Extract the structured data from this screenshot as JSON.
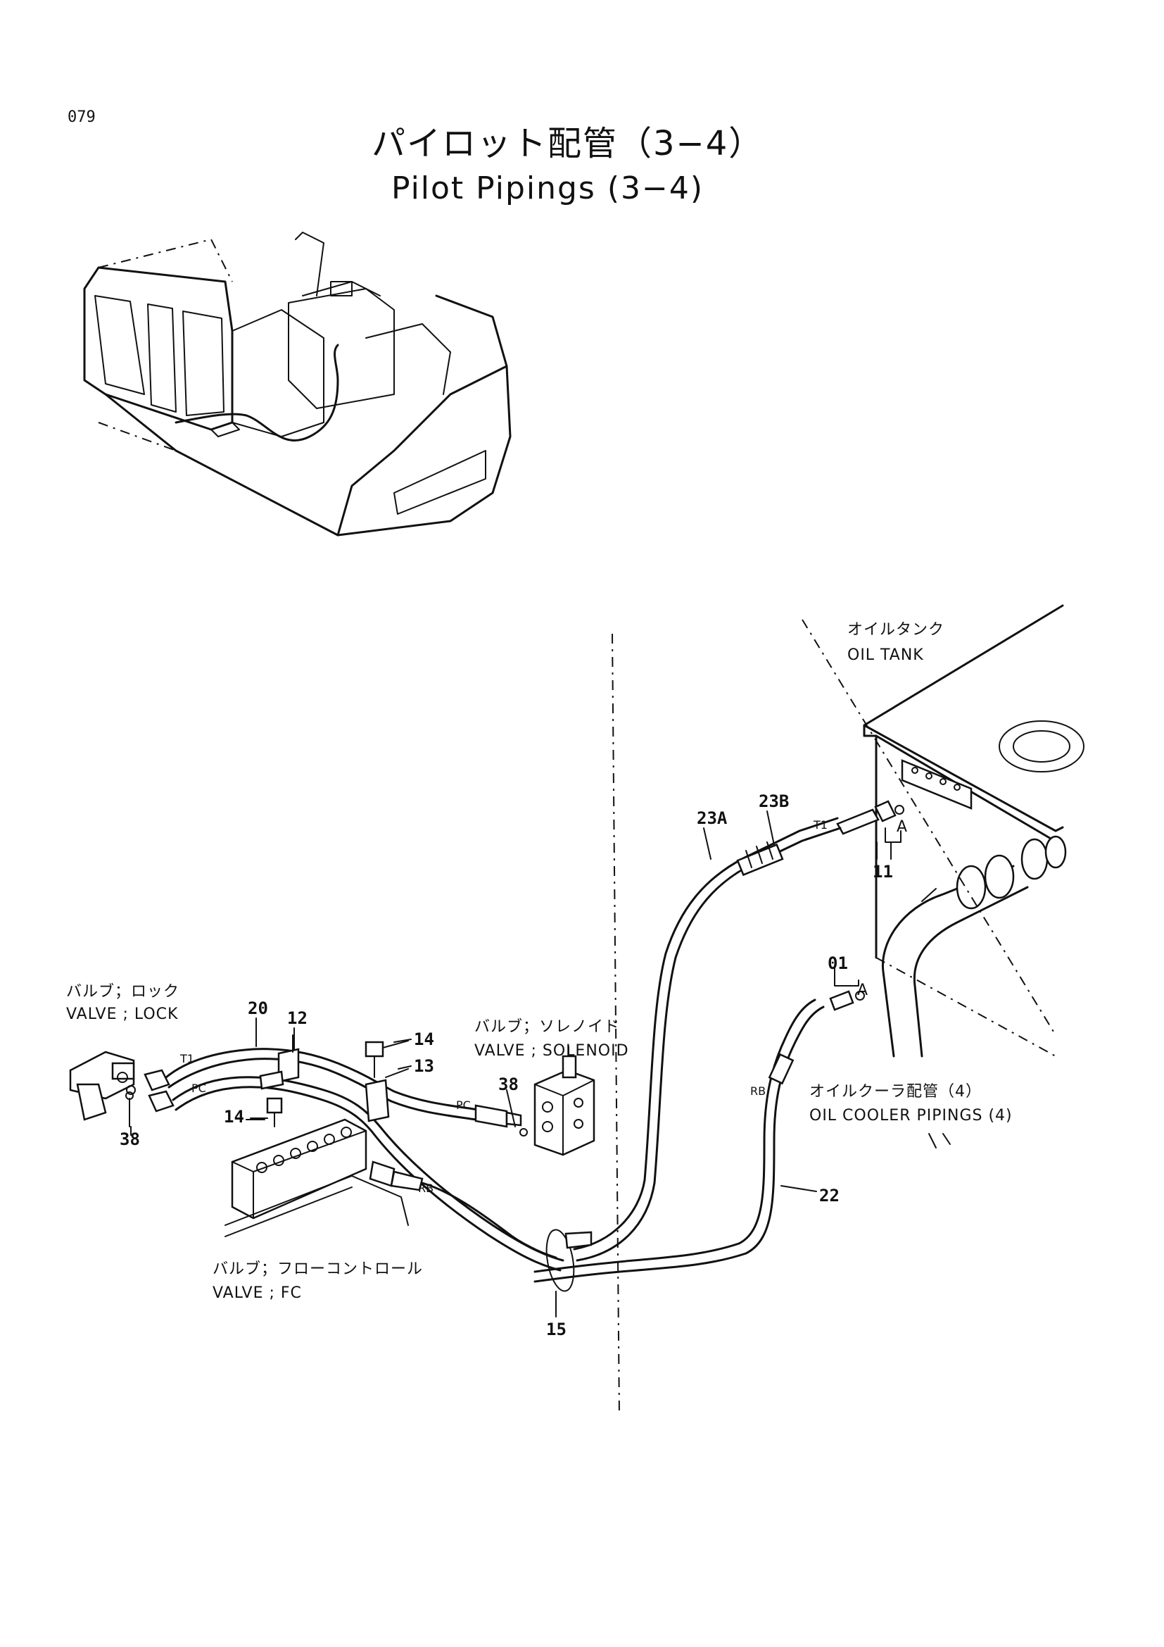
{
  "page_number": "079",
  "title_jp": "パイロット配管（3−4）",
  "title_en": "Pilot Pipings (3−4)",
  "labels": {
    "oil_tank_jp": "オイルタンク",
    "oil_tank_en": "OIL TANK",
    "valve_lock_jp": "バルブ；ロック",
    "valve_lock_en": "VALVE ; LOCK",
    "valve_solenoid_jp": "バルブ；ソレノイド",
    "valve_solenoid_en": "VALVE ; SOLENOID",
    "valve_fc_jp": "バルブ；フローコントロール",
    "valve_fc_en": "VALVE ; FC",
    "oil_cooler_jp": "オイルクーラ配管（4）",
    "oil_cooler_en": "OIL COOLER PIPINGS (4)"
  },
  "port_labels": {
    "t1_lock": "T1",
    "pc_lock": "PC",
    "pc_solenoid": "PC",
    "rb_fc": "RB",
    "rb_cooler": "RB",
    "t1_tank": "T1",
    "a_tank": "A",
    "a_cooler": "A"
  },
  "part_numbers": {
    "p20": "20",
    "p12": "12",
    "p14_top": "14",
    "p13": "13",
    "p14_bottom": "14",
    "p38_lock": "38",
    "p38_solenoid": "38",
    "p15": "15",
    "p22": "22",
    "p23a": "23A",
    "p23b": "23B",
    "p11": "11",
    "p01": "01"
  }
}
